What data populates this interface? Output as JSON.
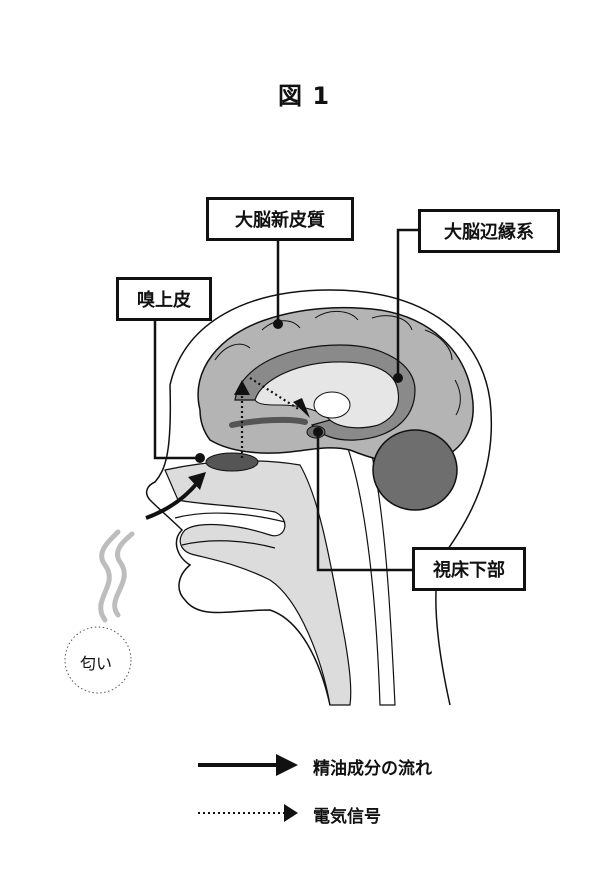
{
  "title": "図 1",
  "labels": {
    "neocortex": "大脳新皮質",
    "limbic": "大脳辺縁系",
    "olfactory_epithelium": "嗅上皮",
    "hypothalamus": "視床下部",
    "smell": "匂い"
  },
  "legend": {
    "oil_flow": "精油成分の流れ",
    "electric_signal": "電気信号"
  },
  "colors": {
    "cortex": "#b4b4b4",
    "limbic": "#8a8a8a",
    "cerebellum": "#6e6e6e",
    "white_matter": "#e6e6e6",
    "skin_fill": "#dcdcdc",
    "line": "#111111"
  }
}
